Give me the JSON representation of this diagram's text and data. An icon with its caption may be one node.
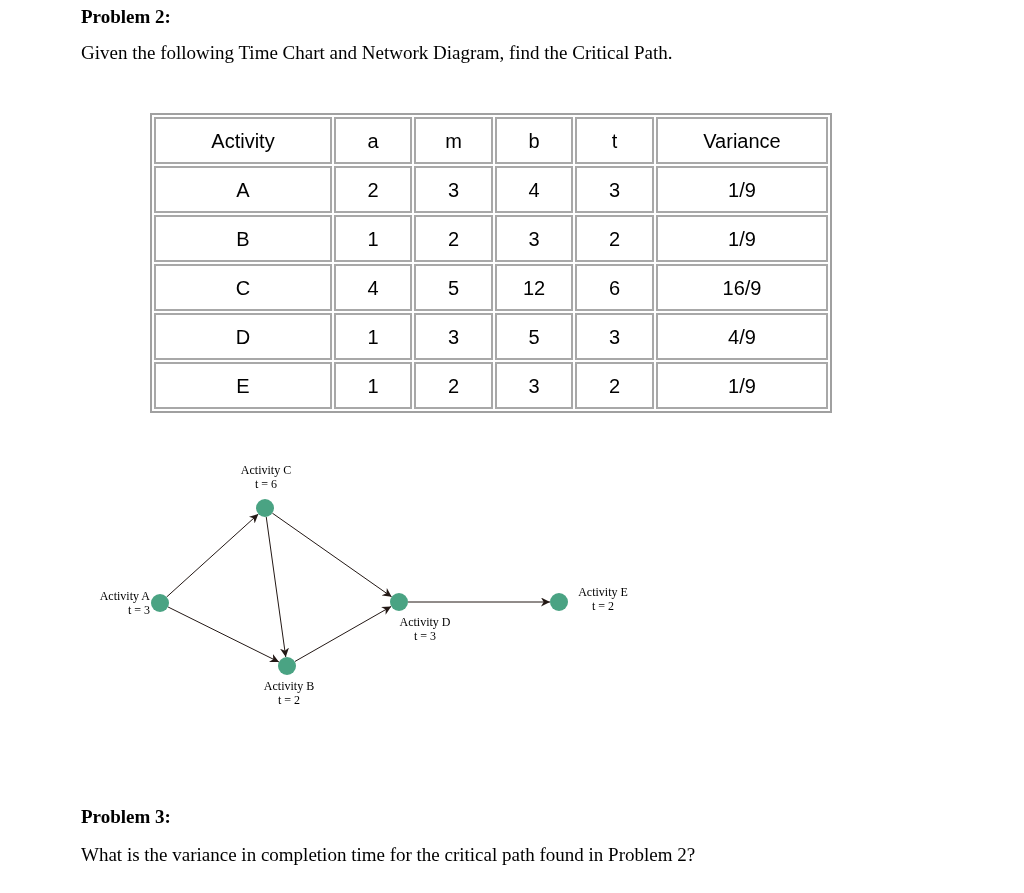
{
  "diagram": {
    "title": "Problem 2:",
    "nodes": [
      {
        "text": [],
        "shape": "circle",
        "beside": [
          "Activity A",
          "t = 3"
        ]
      },
      {
        "text": [],
        "shape": "circle",
        "beside": [
          "Activity B",
          "t = 2"
        ]
      },
      {
        "text": [],
        "shape": "circle",
        "beside": [
          "Activity C",
          "t = 6"
        ]
      },
      {
        "text": [],
        "shape": "circle",
        "beside": [
          "Activity D",
          "t = 3"
        ]
      },
      {
        "text": [],
        "shape": "circle",
        "beside": [
          "Activity E",
          "t = 2"
        ]
      }
    ],
    "edges": [
      {
        "from": 0,
        "to": 2,
        "arrow": "to"
      },
      {
        "from": 0,
        "to": 1,
        "arrow": "to"
      },
      {
        "from": 2,
        "to": 1,
        "arrow": "to"
      },
      {
        "from": 2,
        "to": 3,
        "arrow": "to"
      },
      {
        "from": 1,
        "to": 3,
        "arrow": "to"
      },
      {
        "from": 3,
        "to": 4,
        "arrow": "to"
      }
    ],
    "labels": [
      "Given the following Time Chart and Network Diagram, find the Critical Path.",
      "Activity",
      "a",
      "m",
      "b",
      "t",
      "Variance",
      "A",
      "2",
      "3",
      "4",
      "3",
      "1/9",
      "B",
      "1",
      "2",
      "3",
      "2",
      "1/9",
      "C",
      "4",
      "5",
      "12",
      "6",
      "16/9",
      "D",
      "1",
      "3",
      "5",
      "3",
      "4/9",
      "E",
      "1",
      "2",
      "3",
      "2",
      "1/9",
      "Problem 3:",
      "What is the variance in completion time for the critical path found in Problem 2?"
    ]
  }
}
